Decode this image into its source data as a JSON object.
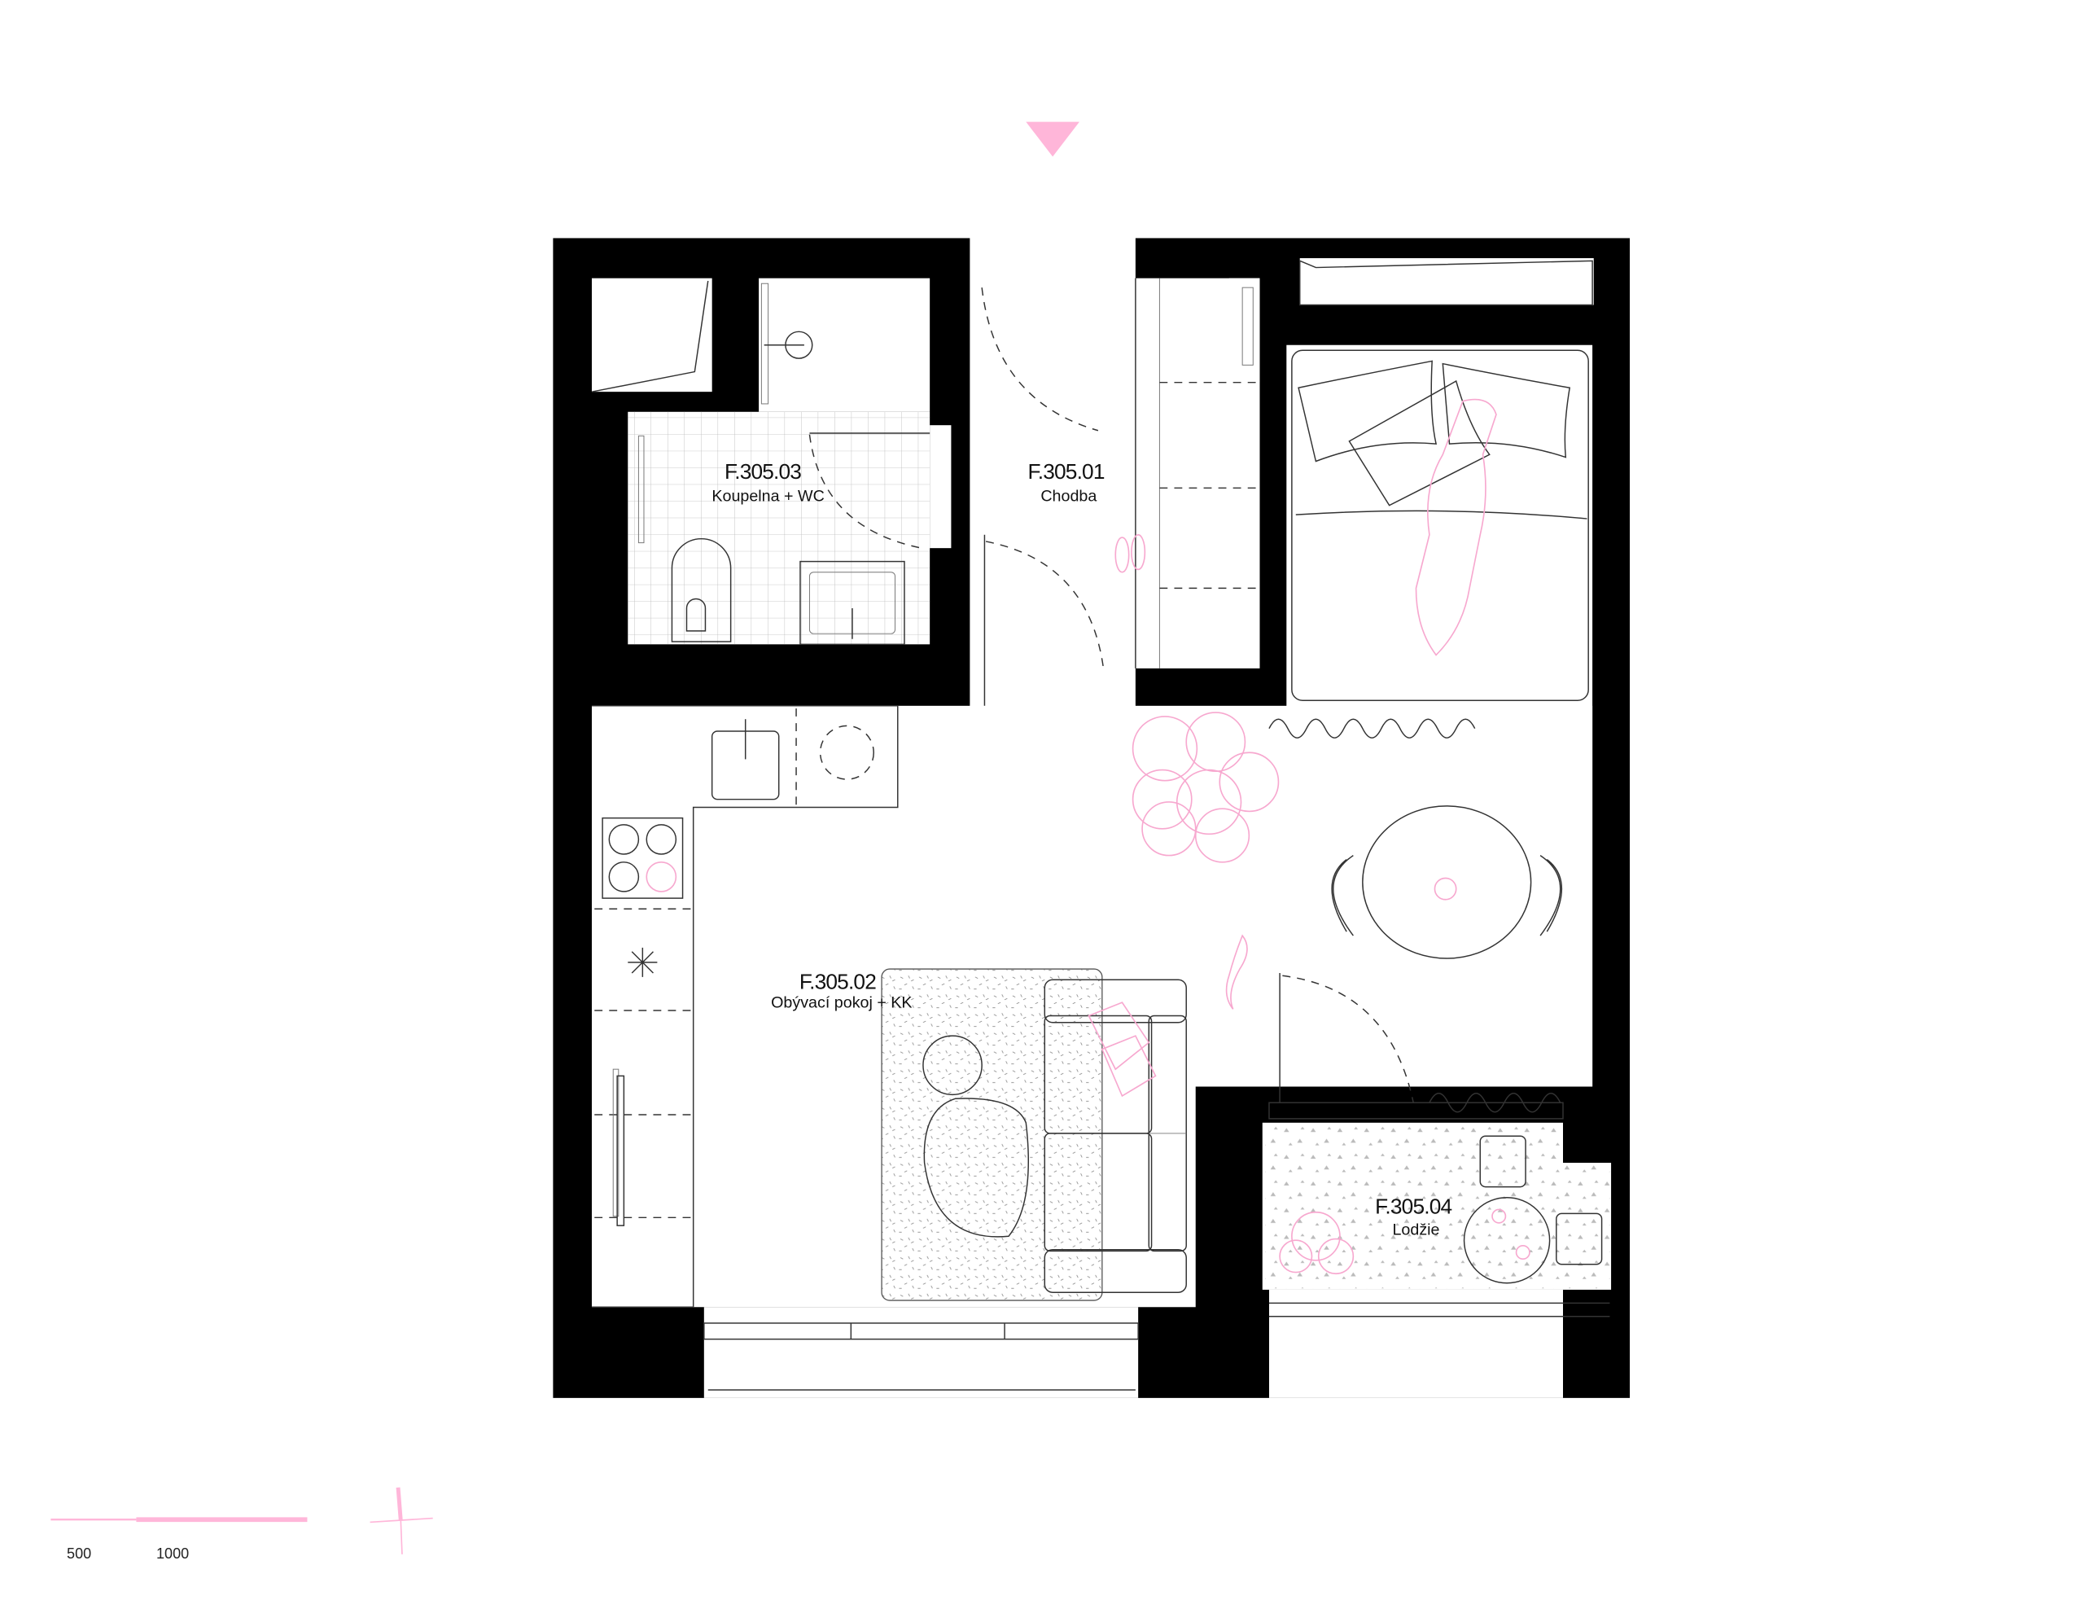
{
  "plan": {
    "rooms": [
      {
        "code": "F.305.03",
        "name": "Koupelna + WC"
      },
      {
        "code": "F.305.01",
        "name": "Chodba"
      },
      {
        "code": "F.305.02",
        "name": "Obývací pokoj + KK"
      },
      {
        "code": "F.305.04",
        "name": "Lodžie"
      }
    ],
    "entrance_marker": "entrance-arrow"
  },
  "scale_bar": {
    "labels": [
      "500",
      "1000"
    ]
  },
  "colors": {
    "accent": "#ffb6d9",
    "wall": "#000000",
    "line": "#333333"
  }
}
